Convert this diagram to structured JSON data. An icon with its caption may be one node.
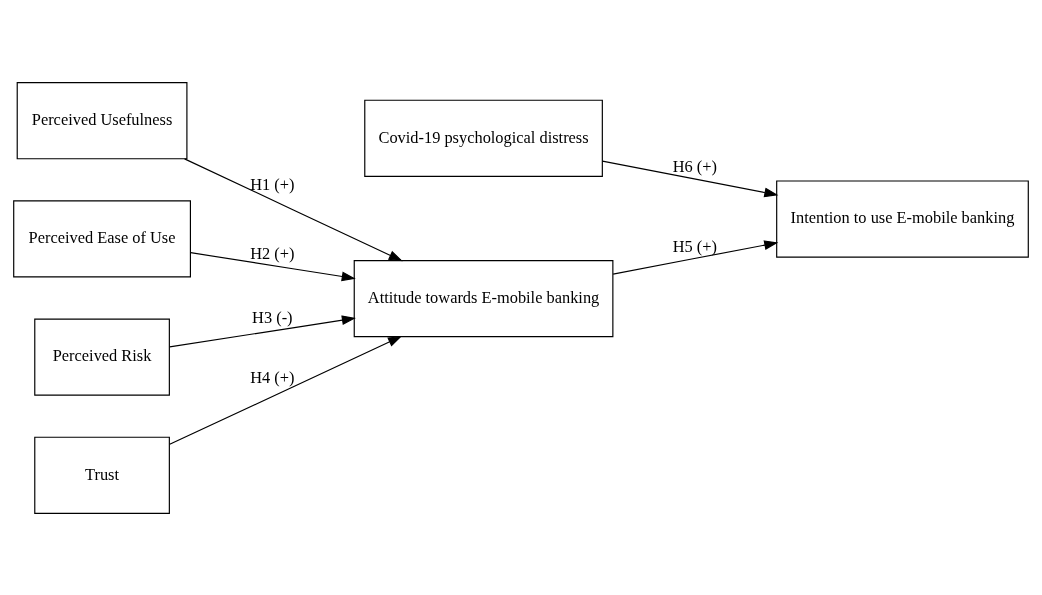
{
  "diagram": {
    "nodes": [
      {
        "text": [
          "Perceived Usefulness"
        ]
      },
      {
        "text": [
          "Perceived Ease of Use"
        ]
      },
      {
        "text": [
          "Perceived Risk"
        ]
      },
      {
        "text": [
          "Trust"
        ]
      },
      {
        "text": [
          "Attitude towards E-mobile banking"
        ]
      },
      {
        "text": [
          "Covid-19 psychological distress"
        ]
      },
      {
        "text": [
          "Intention to use E-mobile banking"
        ]
      }
    ],
    "edges": [
      {
        "from": 0,
        "to": 4,
        "arrow": "to",
        "label": "H1 (+)"
      },
      {
        "from": 1,
        "to": 4,
        "arrow": "to",
        "label": "H2 (+)"
      },
      {
        "from": 2,
        "to": 4,
        "arrow": "to",
        "label": "H3 (-)"
      },
      {
        "from": 3,
        "to": 4,
        "arrow": "to",
        "label": "H4 (+)"
      },
      {
        "from": 4,
        "to": 6,
        "arrow": "to",
        "label": "H5 (+)"
      },
      {
        "from": 5,
        "to": 6,
        "arrow": "to",
        "label": "H6 (+)"
      }
    ]
  }
}
